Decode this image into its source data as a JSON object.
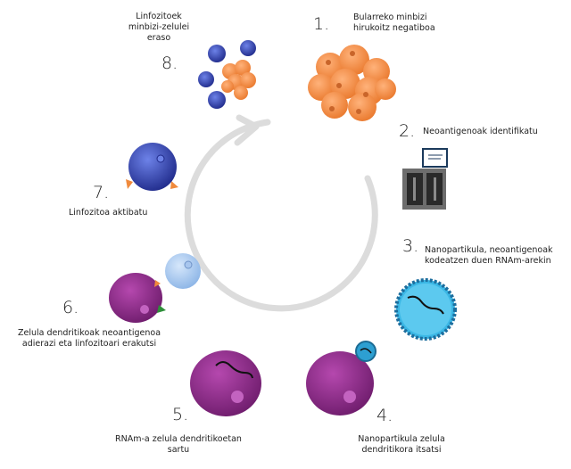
{
  "steps": [
    {
      "number": "1.",
      "label_lines": [
        "Bularreko minbizi",
        "hirukoitz negatiboa"
      ]
    },
    {
      "number": "2.",
      "label_lines": [
        "Neoantigenoak identifikatu"
      ]
    },
    {
      "number": "3.",
      "label_lines": [
        "Nanopartikula, neoantigenoak",
        "kodeatzen duen RNAm-arekin"
      ]
    },
    {
      "number": "4.",
      "label_lines": [
        "Nanopartikula zelula",
        "dendritikora itsatsi"
      ]
    },
    {
      "number": "5.",
      "label_lines": [
        "RNAm-a zelula dendritikoetan",
        "sartu"
      ]
    },
    {
      "number": "6.",
      "label_lines": [
        "Zelula dendritikoak neoantigenoa",
        "adierazi eta linfozitoari erakutsi"
      ]
    },
    {
      "number": "7.",
      "label_lines": [
        "Linfozitoa aktibatu"
      ]
    },
    {
      "number": "8.",
      "label_lines": [
        "Linfozitoek",
        "minbizi-zelulei",
        "eraso"
      ]
    }
  ],
  "icons": {
    "step1": "tumor-cells-icon",
    "step2": "sequencer-computer-icon",
    "step3": "nanoparticle-icon",
    "step4": "dendritic-cell-with-nanoparticle-icon",
    "step5": "dendritic-cell-with-rna-icon",
    "step6": "dendritic-cell-presenting-icon",
    "step7": "activated-lymphocyte-icon",
    "step8": "lymphocytes-attacking-icon",
    "cycle": "cycle-arrow-icon"
  },
  "colors": {
    "tumor": "#f08a3c",
    "dendritic": "#8a2a86",
    "lymphocyte": "#3f4ec0",
    "nanoparticle": "#3bb8e6",
    "arrow": "#dcdcdc"
  }
}
